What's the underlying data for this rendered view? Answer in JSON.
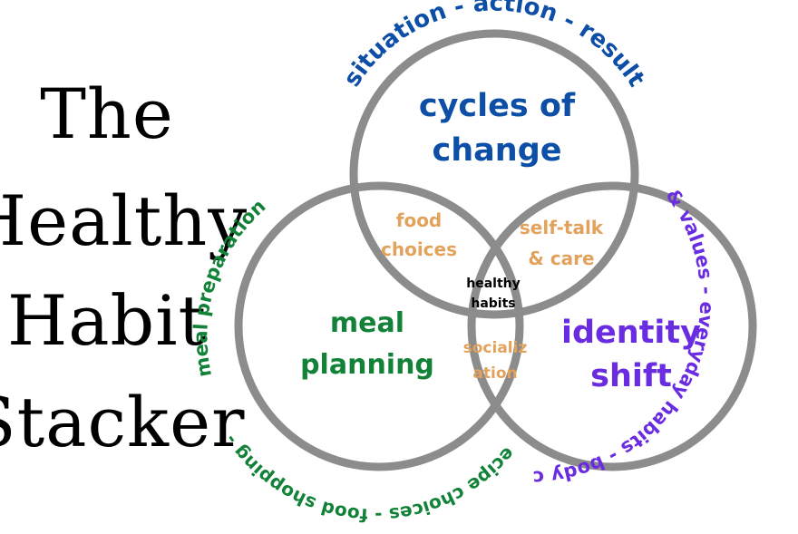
{
  "title": {
    "lines": [
      "The",
      "Healthy",
      "Habit",
      "Stacker"
    ]
  },
  "circles": {
    "top": {
      "title_lines": [
        "cycles of",
        "change"
      ],
      "arc_text": "situation - action - result"
    },
    "left": {
      "title_lines": [
        "meal",
        "planning"
      ],
      "arc_text": "meal preparation",
      "arc_text_bottom": "food shopping - recipe choices - food shopping - meal preparation"
    },
    "right": {
      "title_lines": [
        "identity",
        "shift"
      ],
      "arc_text": "beliefs & values - everyday habits - body comfort"
    }
  },
  "overlaps": {
    "top_left": [
      "food",
      "choices"
    ],
    "top_right": [
      "self-talk",
      "& care"
    ],
    "left_right": [
      "socializ",
      "ation"
    ],
    "center": [
      "healthy",
      "habits"
    ]
  },
  "colors": {
    "ring": "#8c8c8c",
    "top": "#0d4ea6",
    "left": "#118237",
    "right": "#6a2ce0",
    "overlap": "#e3a25b",
    "center": "#000000"
  }
}
